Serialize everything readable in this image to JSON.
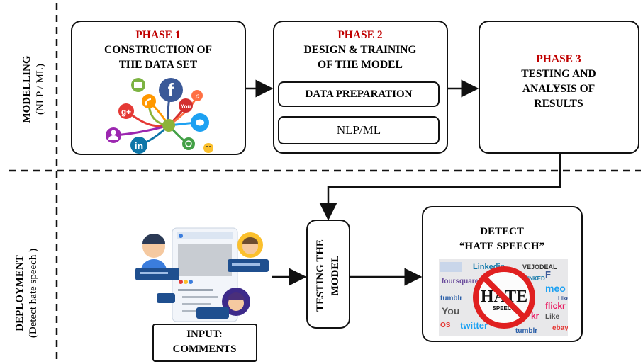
{
  "left_labels": {
    "modelling": {
      "title": "MODELLING",
      "subtitle": "(NLP / ML)"
    },
    "deployment": {
      "title": "DEPLOYMENT",
      "subtitle": "(Detect hate speech )"
    }
  },
  "phase1": {
    "phase": "PHASE 1",
    "line1": "CONSTRUCTION OF",
    "line2": "THE DATA SET"
  },
  "phase2": {
    "phase": "PHASE 2",
    "line1": "DESIGN & TRAINING",
    "line2": "OF THE MODEL",
    "sub1": "DATA PREPARATION",
    "sub2": "NLP/ML"
  },
  "phase3": {
    "phase": "PHASE 3",
    "line1": "TESTING AND",
    "line2": "ANALYSIS OF",
    "line3": "RESULTS"
  },
  "testing": {
    "line1": "TESTING THE",
    "line2": "MODEL"
  },
  "detect": {
    "line1": "DETECT",
    "line2": "“HATE SPEECH”",
    "sign_word": "HATE",
    "sign_sub": "SPEECH",
    "collage_words": [
      "Linkedin",
      "foursquare",
      "VEJODEAL",
      "tumblr",
      "You",
      "meo",
      "twitter",
      "Like",
      "OS",
      "flickr",
      "tumblr",
      "ebay",
      "F",
      "LINKED",
      "kr",
      "Like"
    ]
  },
  "input": {
    "line1": "INPUT:",
    "line2": "COMMENTS"
  },
  "icons": [
    "facebook-icon",
    "twitter-icon",
    "linkedin-icon",
    "google-plus-icon",
    "rss-icon",
    "youtube-icon",
    "mail-icon",
    "user-icon",
    "smiley-icon",
    "whatsapp-icon"
  ],
  "colors": {
    "phase_red": "#c00000",
    "facebook": "#3b5998",
    "twitter": "#1da1f2",
    "linkedin": "#0e76a8",
    "hub": "#8db33a"
  }
}
